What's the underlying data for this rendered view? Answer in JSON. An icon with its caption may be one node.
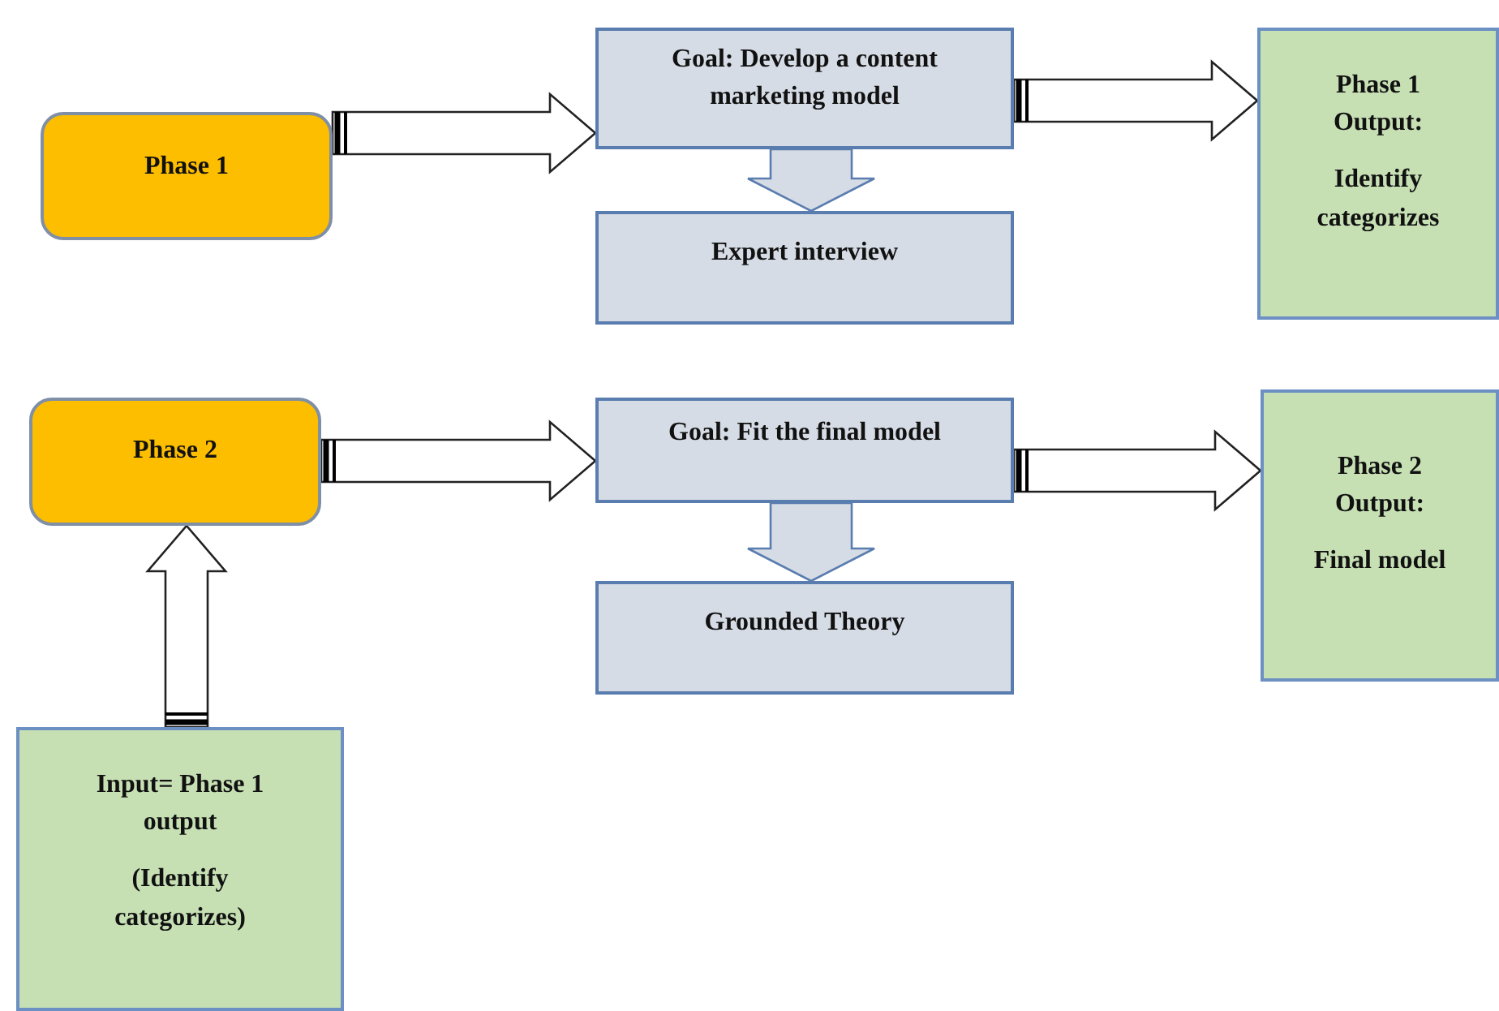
{
  "diagram": {
    "nodes": [
      {
        "text": [
          "Phase 1"
        ]
      },
      {
        "text": [
          "Goal: Develop a content marketing model"
        ]
      },
      {
        "text": [
          "Expert interview"
        ]
      },
      {
        "text": [
          "Phase 1 Output:",
          "Identify categorizes"
        ]
      },
      {
        "text": [
          "Phase 2"
        ]
      },
      {
        "text": [
          "Goal: Fit the final model"
        ]
      },
      {
        "text": [
          "Grounded Theory"
        ]
      },
      {
        "text": [
          "Phase 2 Output:",
          "Final model"
        ]
      },
      {
        "text": [
          "Input= Phase 1 output",
          "(Identify categorizes)"
        ]
      }
    ],
    "edges": [
      {
        "from": 0,
        "to": 1,
        "arrow": "to"
      },
      {
        "from": 1,
        "to": 2,
        "arrow": "to",
        "color": "#d6dce5"
      },
      {
        "from": 1,
        "to": 3,
        "arrow": "to"
      },
      {
        "from": 4,
        "to": 5,
        "arrow": "to"
      },
      {
        "from": 5,
        "to": 6,
        "arrow": "to",
        "color": "#d6dce5"
      },
      {
        "from": 5,
        "to": 7,
        "arrow": "to"
      },
      {
        "from": 8,
        "to": 4,
        "arrow": "to"
      }
    ]
  }
}
